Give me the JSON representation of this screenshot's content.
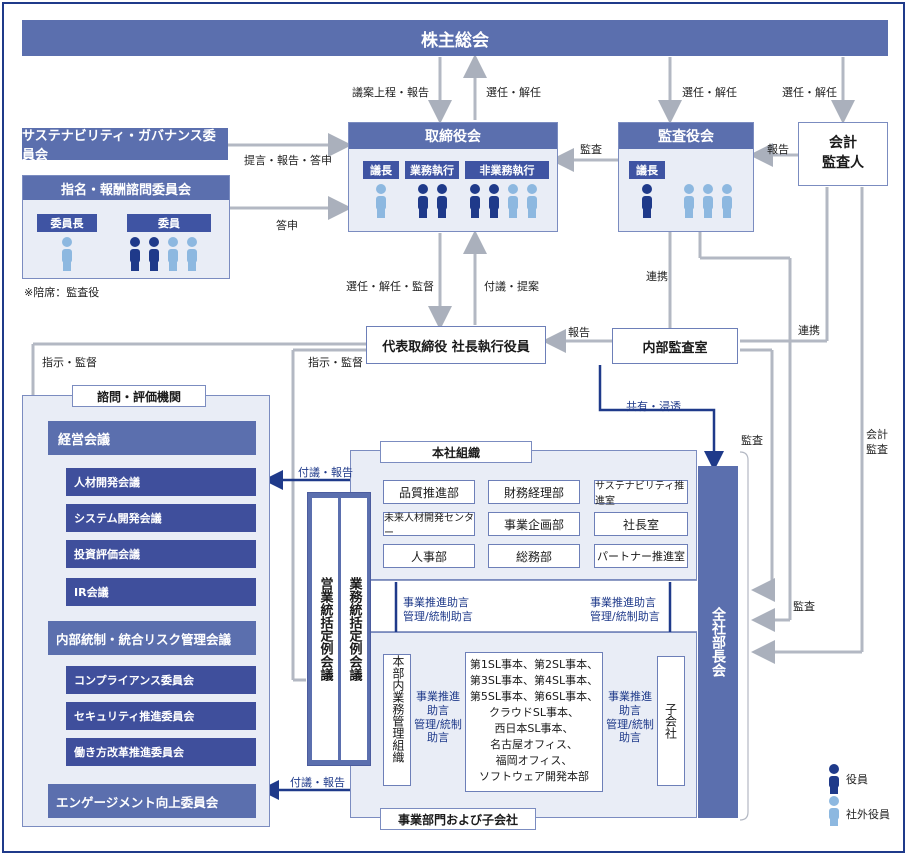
{
  "shareholders": "株主総会",
  "board": {
    "title": "取締役会",
    "chair": "議長",
    "exec": "業務執行",
    "nonexec": "非業務執行"
  },
  "audit_board": {
    "title": "監査役会",
    "chair": "議長"
  },
  "auditor": "会計\n監査人",
  "sustain_committee": "サステナビリティ・ガバナンス委員会",
  "nom_committee": {
    "title": "指名・報酬諮問委員会",
    "chair": "委員長",
    "members": "委員"
  },
  "note": "※陪席：監査役",
  "ceo": "代表取締役 社長執行役員",
  "internal_audit": "内部監査室",
  "advisory": {
    "title": "諮問・評価機関",
    "mgmt": "経営会議",
    "mgmt_items": [
      "人材開発会議",
      "システム開発会議",
      "投資評価会議",
      "IR会議"
    ],
    "risk": "内部統制・統合リスク管理会議",
    "risk_items": [
      "コンプライアンス委員会",
      "セキュリティ推進委員会",
      "働き方改革推進委員会"
    ],
    "engage": "エンゲージメント向上委員会"
  },
  "hq": {
    "title": "本社組織",
    "depts": [
      "品質推進部",
      "財務経理部",
      "サステナビリティ推進室",
      "未来人材開発センター",
      "事業企画部",
      "社長室",
      "人事部",
      "総務部",
      "パートナー推進室"
    ]
  },
  "sales_meeting": "営業統括定例会議",
  "ops_meeting": "業務統括定例会議",
  "all_heads": "全社部長会",
  "hq_ops": "本部内業務管理組織",
  "business_units": "第1SL事本、第2SL事本、\n第3SL事本、第4SL事本、\n第5SL事本、第6SL事本、\nクラウドSL事本、\n西日本SL事本、\n名古屋オフィス、\n福岡オフィス、\nソフトウェア開発本部",
  "subsidiaries": "子会社",
  "bu_footer": "事業部門および子会社",
  "labels": {
    "agenda_report": "議案上程・報告",
    "elect_dismiss": "選任・解任",
    "audit": "監査",
    "report": "報告",
    "propose": "提言・報告・答申",
    "answer": "答申",
    "elect_supervise": "選任・解任・監督",
    "refer_propose": "付議・提案",
    "cooperate": "連携",
    "instruct": "指示・監督",
    "share": "共有・浸透",
    "refer_report": "付議・報告",
    "acct_audit": "会計\n監査",
    "advice": "事業推進助言\n管理/統制助言",
    "advice_v": "事業推進\n助言\n管理/統制\n助言"
  },
  "legend": {
    "officer": "役員",
    "outside": "社外役員"
  },
  "colors": {
    "dark": "#1f3a8a",
    "light": "#8db8e0",
    "header": "#5b6fae"
  }
}
